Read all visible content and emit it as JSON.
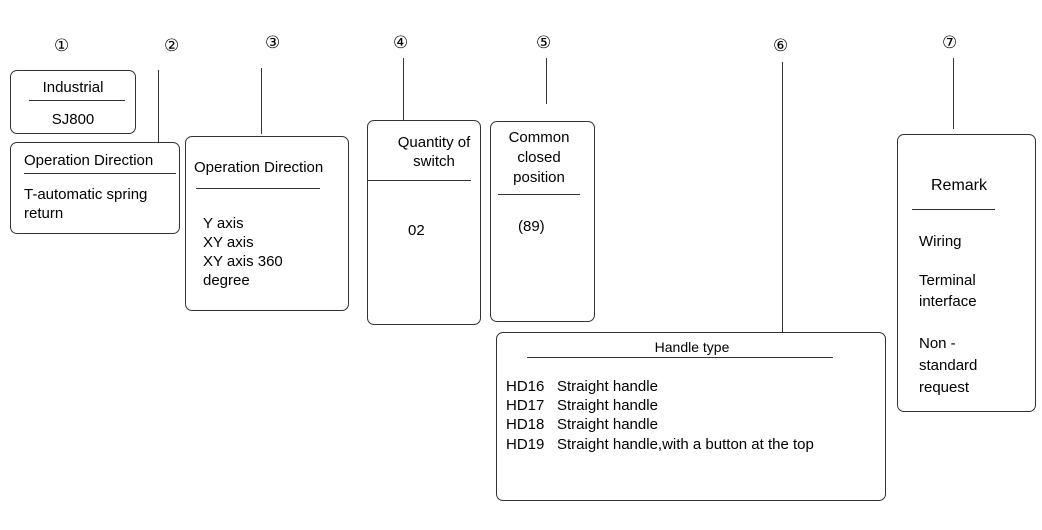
{
  "numbers": [
    "①",
    "②",
    "③",
    "④",
    "⑤",
    "⑥",
    "⑦"
  ],
  "series_box": {
    "title": "Industrial",
    "model": "SJ800"
  },
  "return_box": {
    "title": "Operation Direction",
    "lines": [
      "T-automatic spring",
      "return"
    ]
  },
  "direction_box": {
    "title": "Operation Direction",
    "items": [
      "Y axis",
      "XY axis",
      "XY axis 360",
      "degree"
    ]
  },
  "switch_box": {
    "title_lines": [
      "Quantity of",
      "switch"
    ],
    "value": "02"
  },
  "position_box": {
    "title_lines": [
      "Common",
      "closed",
      "position"
    ],
    "value": "(89)"
  },
  "handle_box": {
    "title": "Handle type",
    "items": [
      {
        "code": "HD16",
        "desc": "Straight handle"
      },
      {
        "code": "HD17",
        "desc": "Straight handle"
      },
      {
        "code": "HD18",
        "desc": "Straight handle"
      },
      {
        "code": "HD19",
        "desc": "Straight handle,with a button at the top"
      }
    ]
  },
  "remark_box": {
    "title": "Remark",
    "items": [
      "Wiring",
      "Terminal",
      "interface",
      "Non -",
      "standard",
      "request"
    ]
  }
}
